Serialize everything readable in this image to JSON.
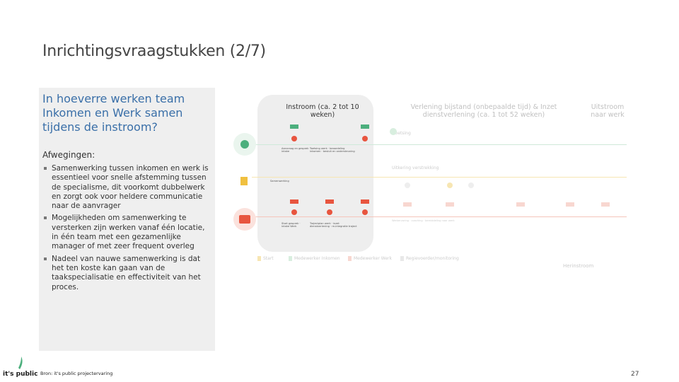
{
  "title": "Inrichtingsvraagstukken (2/7)",
  "question": "In hoeverre werken team Inkomen en Werk samen tijdens de instroom?",
  "afwegingen_label": "Afwegingen:",
  "bullets": [
    "Samenwerking tussen inkomen en werk is essentieel voor snelle afstemming tussen de specialisme, dit voorkomt dubbelwerk en zorgt ook voor heldere communicatie naar de aanvrager",
    "Mogelijkheden om samenwerking te versterken zijn werken vanaf één locatie, in één team met een gezamenlijke manager of met zeer frequent overleg",
    "Nadeel van nauwe samenwerking is dat het ten koste kan gaan van de taakspecialisatie en effectiviteit van het proces."
  ],
  "diagram": {
    "phase_instroom": "Instroom (ca. 2 tot 10 weken)",
    "phase_verlening": "Verlening bijstand (onbepaalde tijd) & Inzet dienstverlening (ca. 1 tot 52 weken)",
    "phase_uitstroom": "Uitstroom naar werk",
    "lane_texts": [
      "Aanvraag en gesprek · intake",
      "Toetsing werk · beoordeling inkomen · besluit en ondersteuning",
      "Samenwerking",
      "Start gesprek · intake Werk",
      "Trajectplan werk · inzet dienstverlening · re-integratie traject",
      "Werkervaring · coaching · bemiddeling naar werk"
    ],
    "timeline_labels": [
      "Toetsing",
      "Uitkering verstrekking"
    ],
    "legend": [
      "Start",
      "Medewerker Inkomen",
      "Medewerker Werk",
      "Regievoerder/monitoring"
    ],
    "herinstroom": "Herinstroom",
    "colors": {
      "green": "#4caf7d",
      "red": "#e8553f",
      "yellow": "#f0c040",
      "gray": "#e0e0e0",
      "blue_text": "#3a6fa8"
    }
  },
  "source": "Bron: it's public projectervaring",
  "page_number": "27",
  "logo_text": "it's public"
}
